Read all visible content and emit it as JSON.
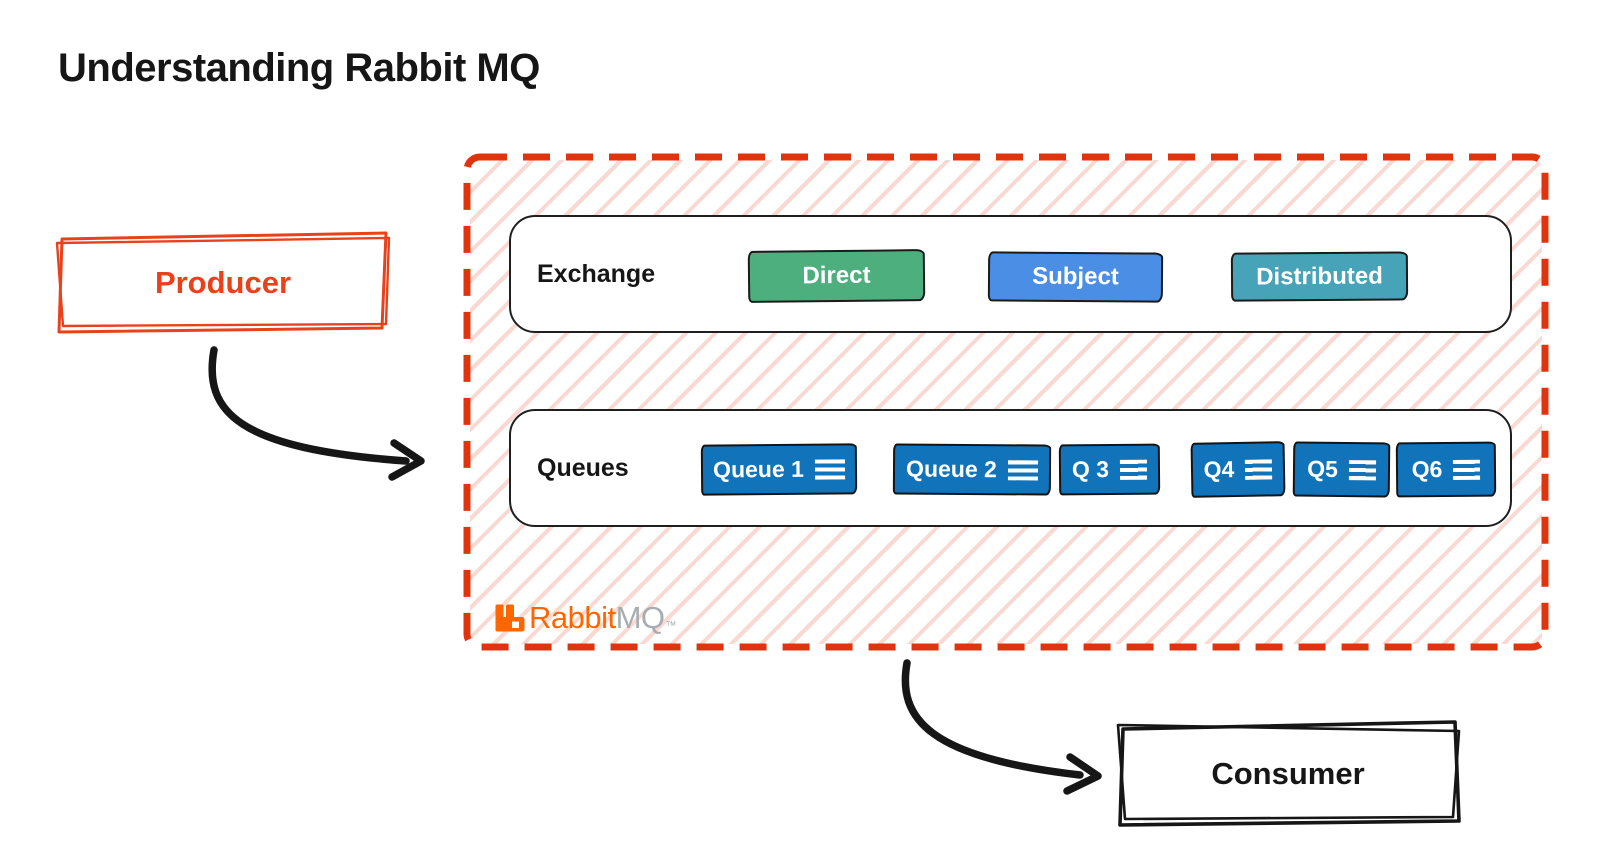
{
  "title": "Understanding Rabbit MQ",
  "ink": "#161616",
  "producer": {
    "label": "Producer",
    "color": "#e8421c"
  },
  "consumer": {
    "label": "Consumer",
    "color": "#161616"
  },
  "broker": {
    "border_color": "#e0340f",
    "hatch_color": "#f9d9d2",
    "exchange": {
      "label": "Exchange",
      "types": [
        {
          "label": "Direct",
          "color": "#4daf7e"
        },
        {
          "label": "Subject",
          "color": "#4a8ee5"
        },
        {
          "label": "Distributed",
          "color": "#47a3b8"
        }
      ]
    },
    "queues": {
      "label": "Queues",
      "color": "#1173b9",
      "icon": "hamburger-menu-icon",
      "items": [
        {
          "label": "Queue 1"
        },
        {
          "label": "Queue 2"
        },
        {
          "label": "Q 3"
        },
        {
          "label": "Q4"
        },
        {
          "label": "Q5"
        },
        {
          "label": "Q6"
        }
      ]
    },
    "logo": {
      "brand": "Rabbit",
      "suffix": "MQ",
      "trademark": "™",
      "brand_color": "#ff6600",
      "suffix_color": "#a7adb0"
    }
  }
}
